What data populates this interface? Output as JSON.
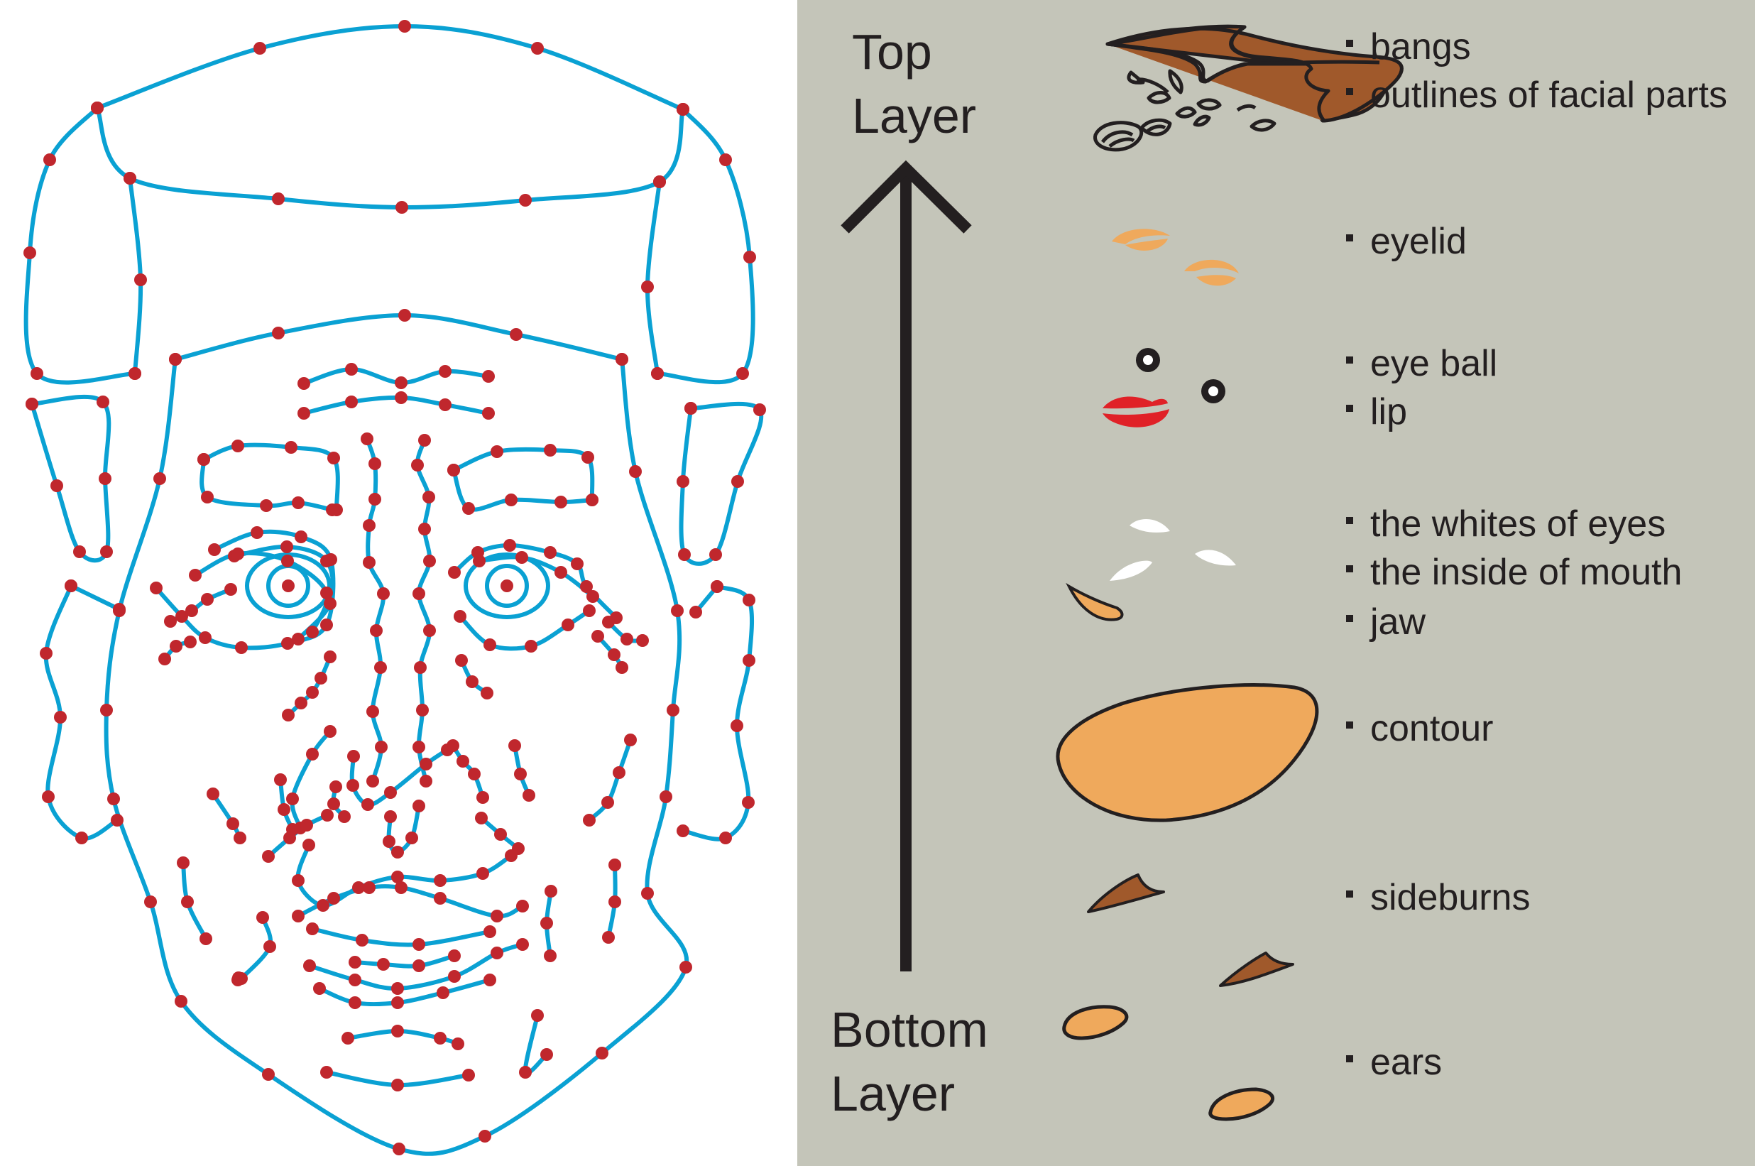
{
  "axis": {
    "top_line1": "Top",
    "top_line2": "Layer",
    "bottom_line1": "Bottom",
    "bottom_line2": "Layer"
  },
  "layers": [
    {
      "id": "bangs",
      "label": "bangs"
    },
    {
      "id": "outlines",
      "label": "outlines of facial parts"
    },
    {
      "id": "eyelid",
      "label": "eyelid"
    },
    {
      "id": "eyeball",
      "label": "eye ball"
    },
    {
      "id": "lip",
      "label": "lip"
    },
    {
      "id": "whites",
      "label": "the whites of eyes"
    },
    {
      "id": "mouth-inside",
      "label": "the inside of mouth"
    },
    {
      "id": "jaw",
      "label": "jaw"
    },
    {
      "id": "contour",
      "label": "contour"
    },
    {
      "id": "sideburns",
      "label": "sideburns"
    },
    {
      "id": "ears",
      "label": "ears"
    }
  ],
  "colors": {
    "wireframe": "#0aa1d3",
    "control_point": "#c0272d",
    "panel_bg": "#c4c5b9",
    "skin": "#efa95c",
    "hair": "#a0592b",
    "lip": "#e02127",
    "outline": "#231f20"
  },
  "icons": {
    "arrow": "up-arrow-icon",
    "face": "face-wireframe"
  }
}
